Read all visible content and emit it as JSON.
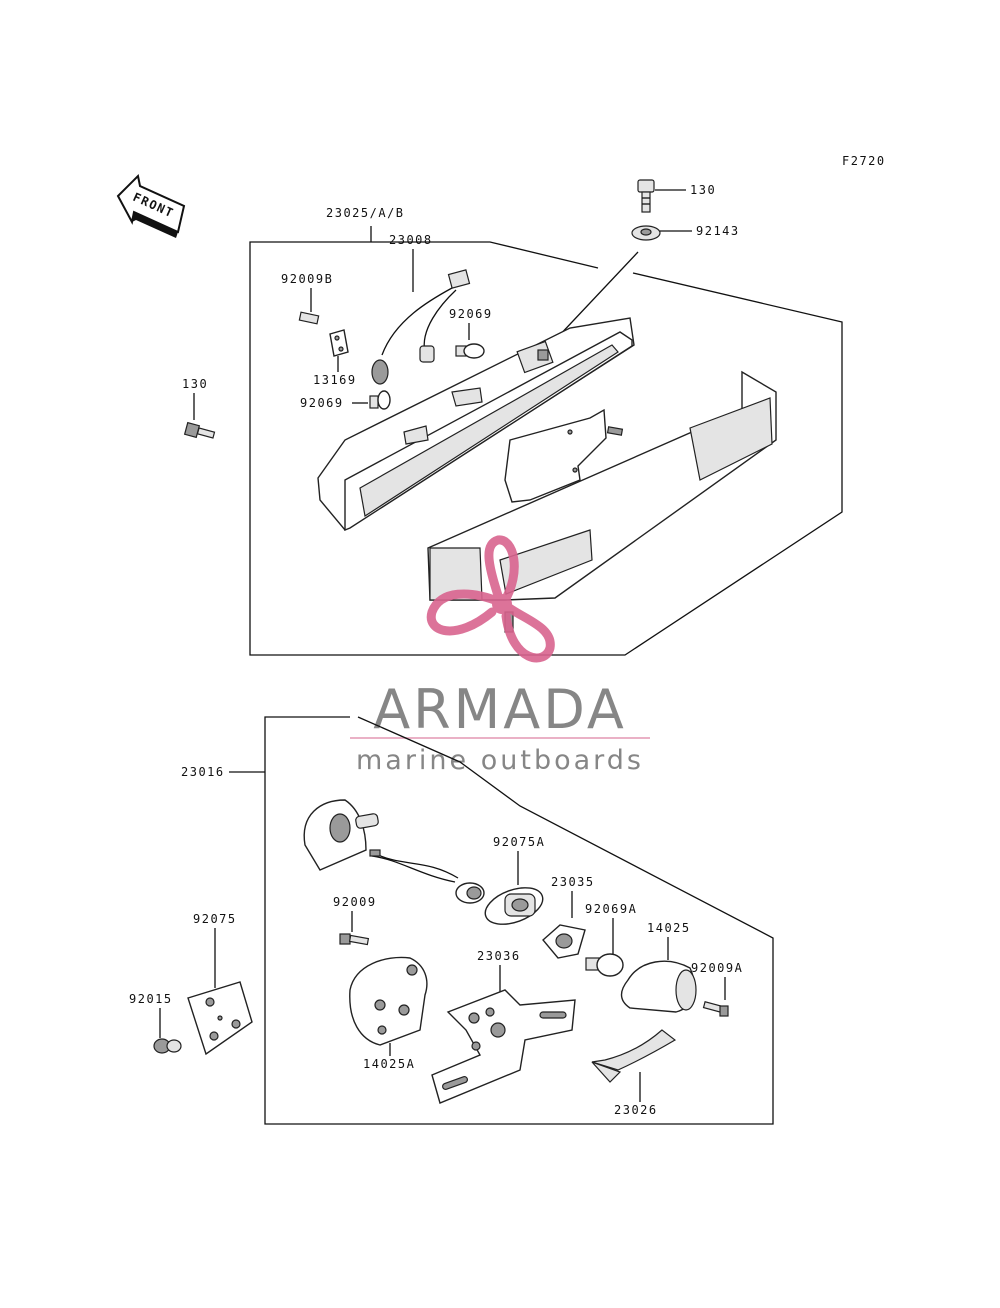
{
  "figure_code": "F2720",
  "front_label": "FRONT",
  "brand": {
    "name": "ARMADA",
    "tagline": "marine outboards",
    "accent_color": "#d9648f",
    "text_color": "#7a7a7a"
  },
  "upper_assembly": {
    "part_number": "23025/A/B",
    "callouts": {
      "bolt_top": "130",
      "washer_top": "92143",
      "screw_b": "92009B",
      "harness": "23008",
      "bulb_right": "92069",
      "plate": "13169",
      "bulb_left": "92069",
      "bolt_left": "130"
    }
  },
  "lower_assembly": {
    "part_number": "23016",
    "callouts": {
      "socket": "92075A",
      "holder": "23035",
      "screw": "92009",
      "bulb": "92069A",
      "lens": "14025",
      "bracket": "23036",
      "screw_a": "92009A",
      "housing": "14025A",
      "reflector_mount": "23026"
    }
  },
  "reflector": {
    "part_number": "92075",
    "nut": "92015"
  }
}
